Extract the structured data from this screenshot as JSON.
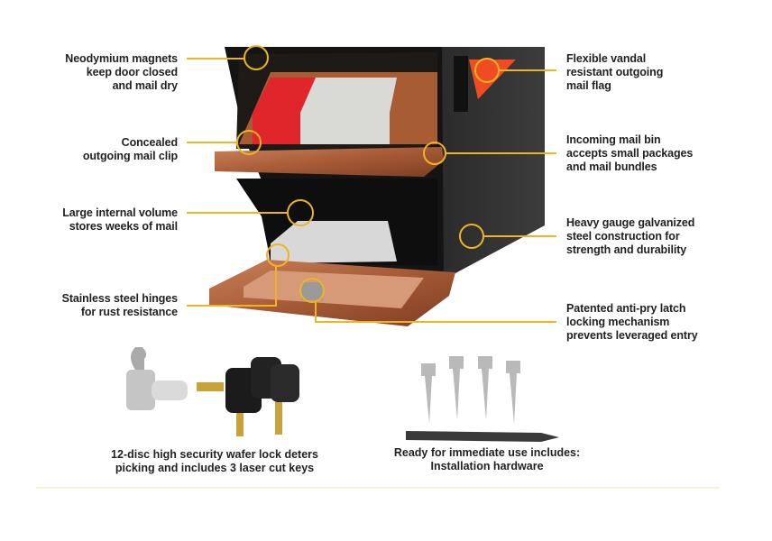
{
  "accent_color": "#f0b323",
  "callouts_left": [
    {
      "lines": [
        "Neodymium magnets",
        "keep door closed",
        "and mail dry"
      ]
    },
    {
      "lines": [
        "Concealed",
        "outgoing mail clip"
      ]
    },
    {
      "lines": [
        "Large internal volume",
        "stores weeks of mail"
      ]
    },
    {
      "lines": [
        "Stainless steel hinges",
        "for rust resistance"
      ]
    }
  ],
  "callouts_right": [
    {
      "lines": [
        "Flexible vandal",
        "resistant outgoing",
        "mail flag"
      ]
    },
    {
      "lines": [
        "Incoming mail bin",
        "accepts small packages",
        "and mail bundles"
      ]
    },
    {
      "lines": [
        "Heavy gauge galvanized",
        "steel construction for",
        "strength and durability"
      ]
    },
    {
      "lines": [
        "Patented anti-pry latch",
        "locking mechanism",
        "prevents leveraged entry"
      ]
    }
  ],
  "captions": {
    "lock": [
      "12-disc high security wafer lock deters",
      "picking and includes 3 laser cut keys"
    ],
    "hardware": [
      "Ready for immediate use includes:",
      "Installation hardware"
    ]
  }
}
